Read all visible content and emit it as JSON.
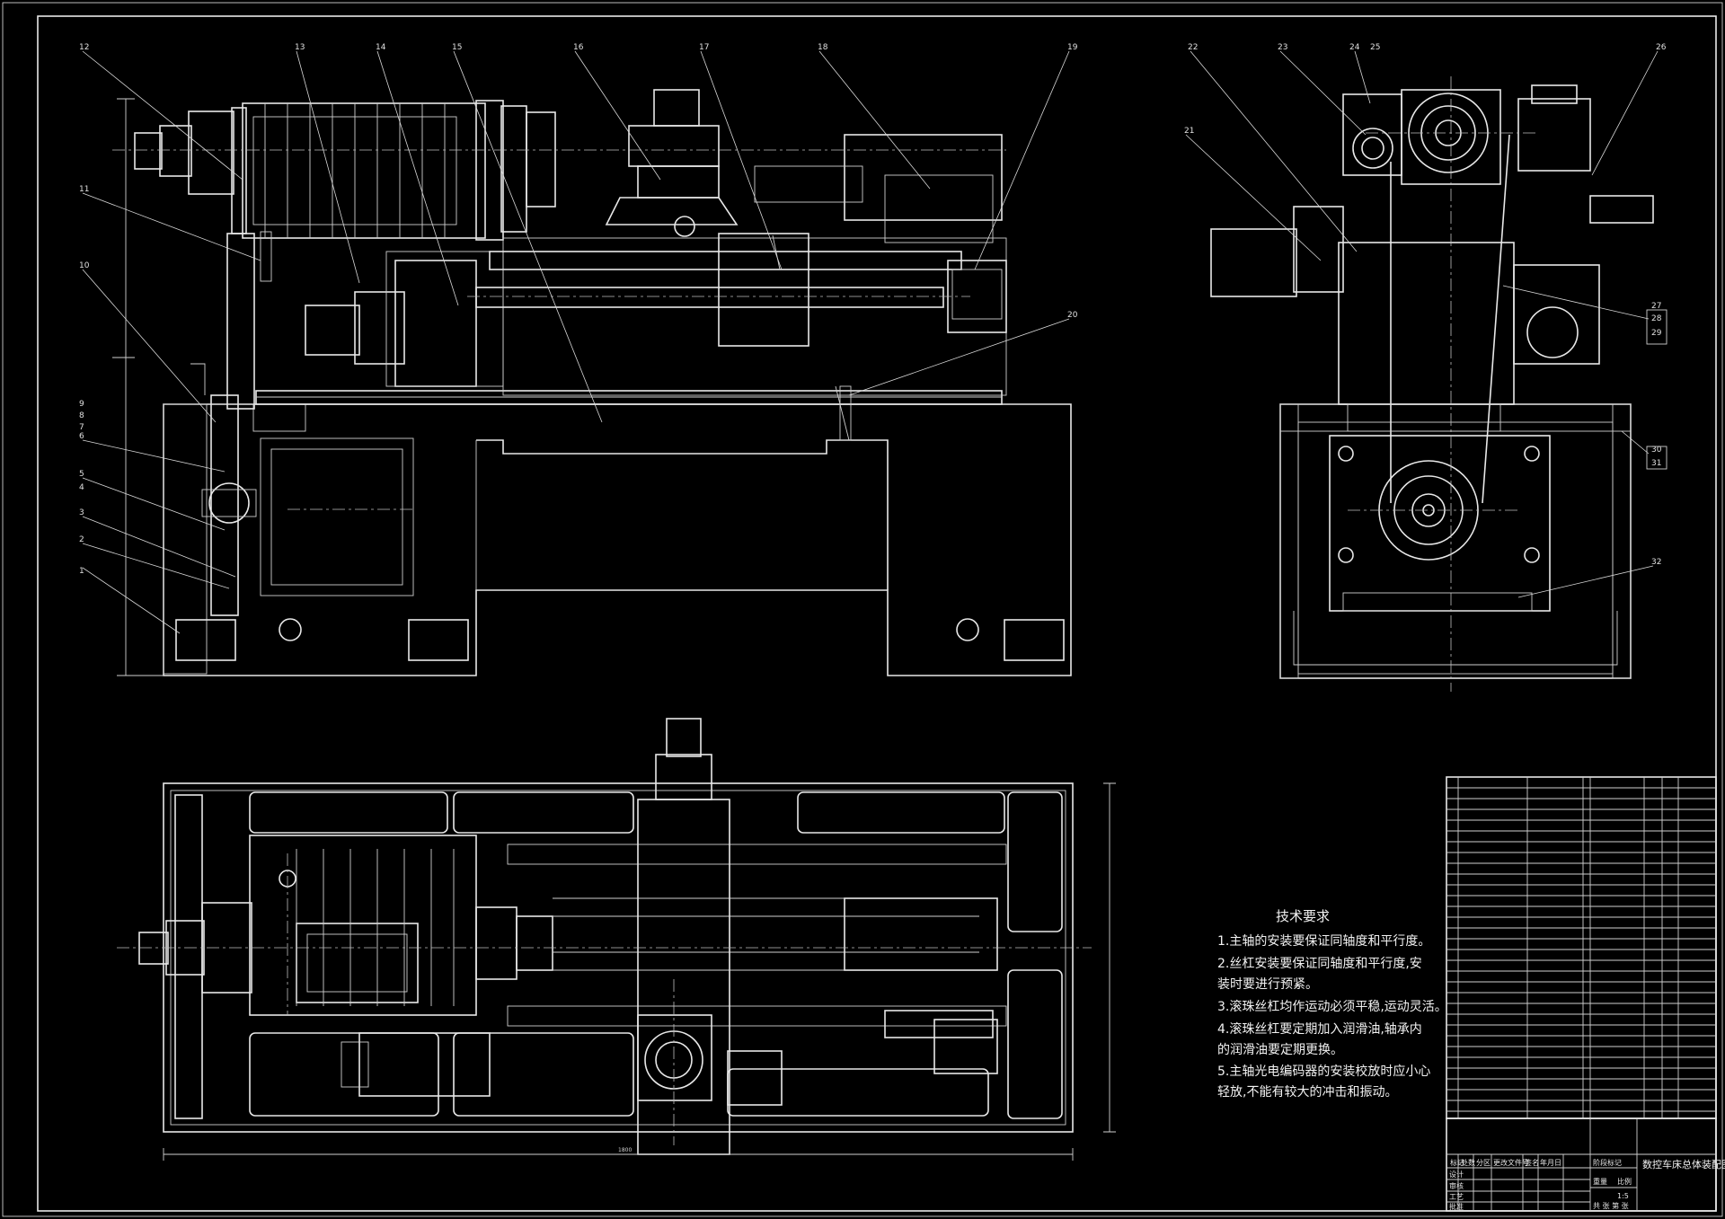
{
  "drawing": {
    "type": "cad-assembly-drawing",
    "line_color": "#e8e8e8",
    "background": "#000000"
  },
  "part_numbers": {
    "front_view": [
      "12",
      "13",
      "14",
      "15",
      "16",
      "17",
      "18",
      "19",
      "11",
      "10",
      "20",
      "9",
      "8",
      "7",
      "6",
      "5",
      "4",
      "3",
      "2",
      "1"
    ],
    "side_view": [
      "22",
      "23",
      "24",
      "25",
      "26",
      "21",
      "27",
      "28",
      "29",
      "30",
      "31",
      "32"
    ]
  },
  "technical_requirements": {
    "title": "技术要求",
    "lines": [
      "1.主轴的安装要保证同轴度和平行度。",
      "2.丝杠安装要保证同轴度和平行度,安",
      "装时要进行预紧。",
      "3.滚珠丝杠均作运动必须平稳,运动灵活。",
      "4.滚珠丝杠要定期加入润滑油,轴承内",
      "的润滑油要定期更换。",
      "5.主轴光电编码器的安装校放时应小心",
      "轻放,不能有较大的冲击和振动。"
    ]
  },
  "title_block": {
    "drawing_title": "数控车床总体装配图",
    "row_labels": [
      "设计",
      "审核",
      "工艺",
      "批准"
    ],
    "header_labels": [
      "标记",
      "处数",
      "分区",
      "更改文件号",
      "签名",
      "年月日"
    ],
    "fields": [
      "阶段标记",
      "重量",
      "比例",
      "1:5"
    ],
    "sheet": "共 张 第 张"
  },
  "dimensions": {
    "bottom_length": "1800"
  }
}
